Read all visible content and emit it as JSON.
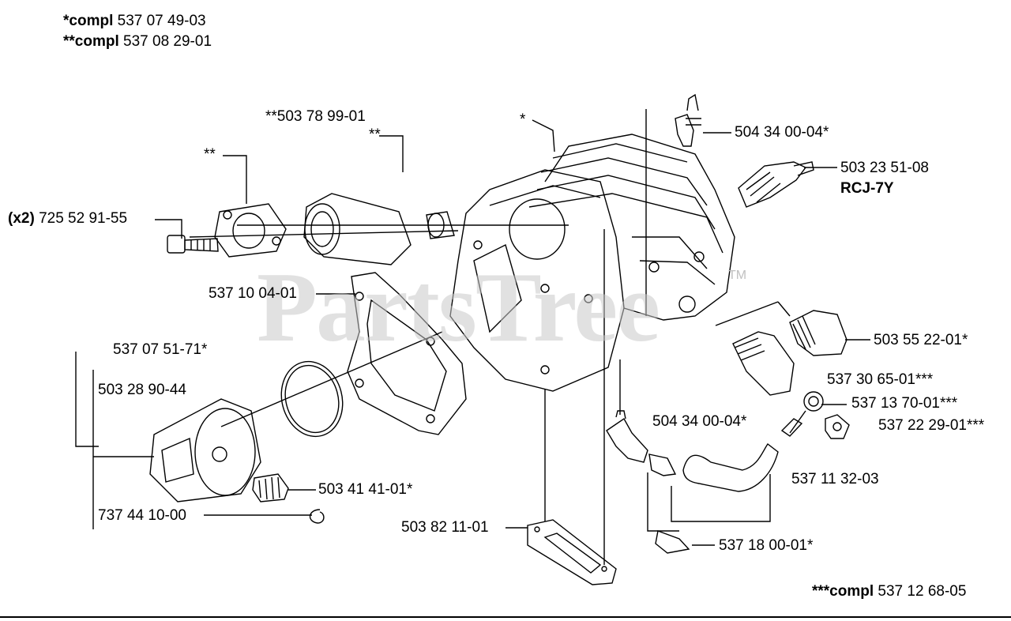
{
  "header": {
    "compl1_prefix": "*compl",
    "compl1_number": "537 07 49-03",
    "compl2_prefix": "**compl",
    "compl2_number": "537 08 29-01"
  },
  "footer": {
    "compl3_prefix": "***compl",
    "compl3_number": "537 12 68-05"
  },
  "watermark": {
    "text": "PartsTree",
    "tm": "TM"
  },
  "parts": {
    "p_50378": "**503 78 99-01",
    "star2_a": "**",
    "star2_b": "**",
    "star1": "*",
    "x2_prefix": "(x2)",
    "p_72552": "725 52 91-55",
    "p_50434_top": "504 34 00-04*",
    "p_50323": "503 23 51-08",
    "rcj": "RCJ-7Y",
    "p_53710": "537 10 04-01",
    "p_50355": "503 55 22-01*",
    "p_53707": "537 07 51-71*",
    "p_53730": "537 30 65-01***",
    "p_50328": "503 28 90-44",
    "p_53713": "537 13 70-01***",
    "p_50434_mid": "504 34 00-04*",
    "p_53722": "537 22 29-01***",
    "p_50341": "503 41 41-01*",
    "p_53711": "537 11 32-03",
    "p_73744": "737 44 10-00",
    "p_50382": "503 82 11-01",
    "p_53718": "537 18 00-01*"
  }
}
